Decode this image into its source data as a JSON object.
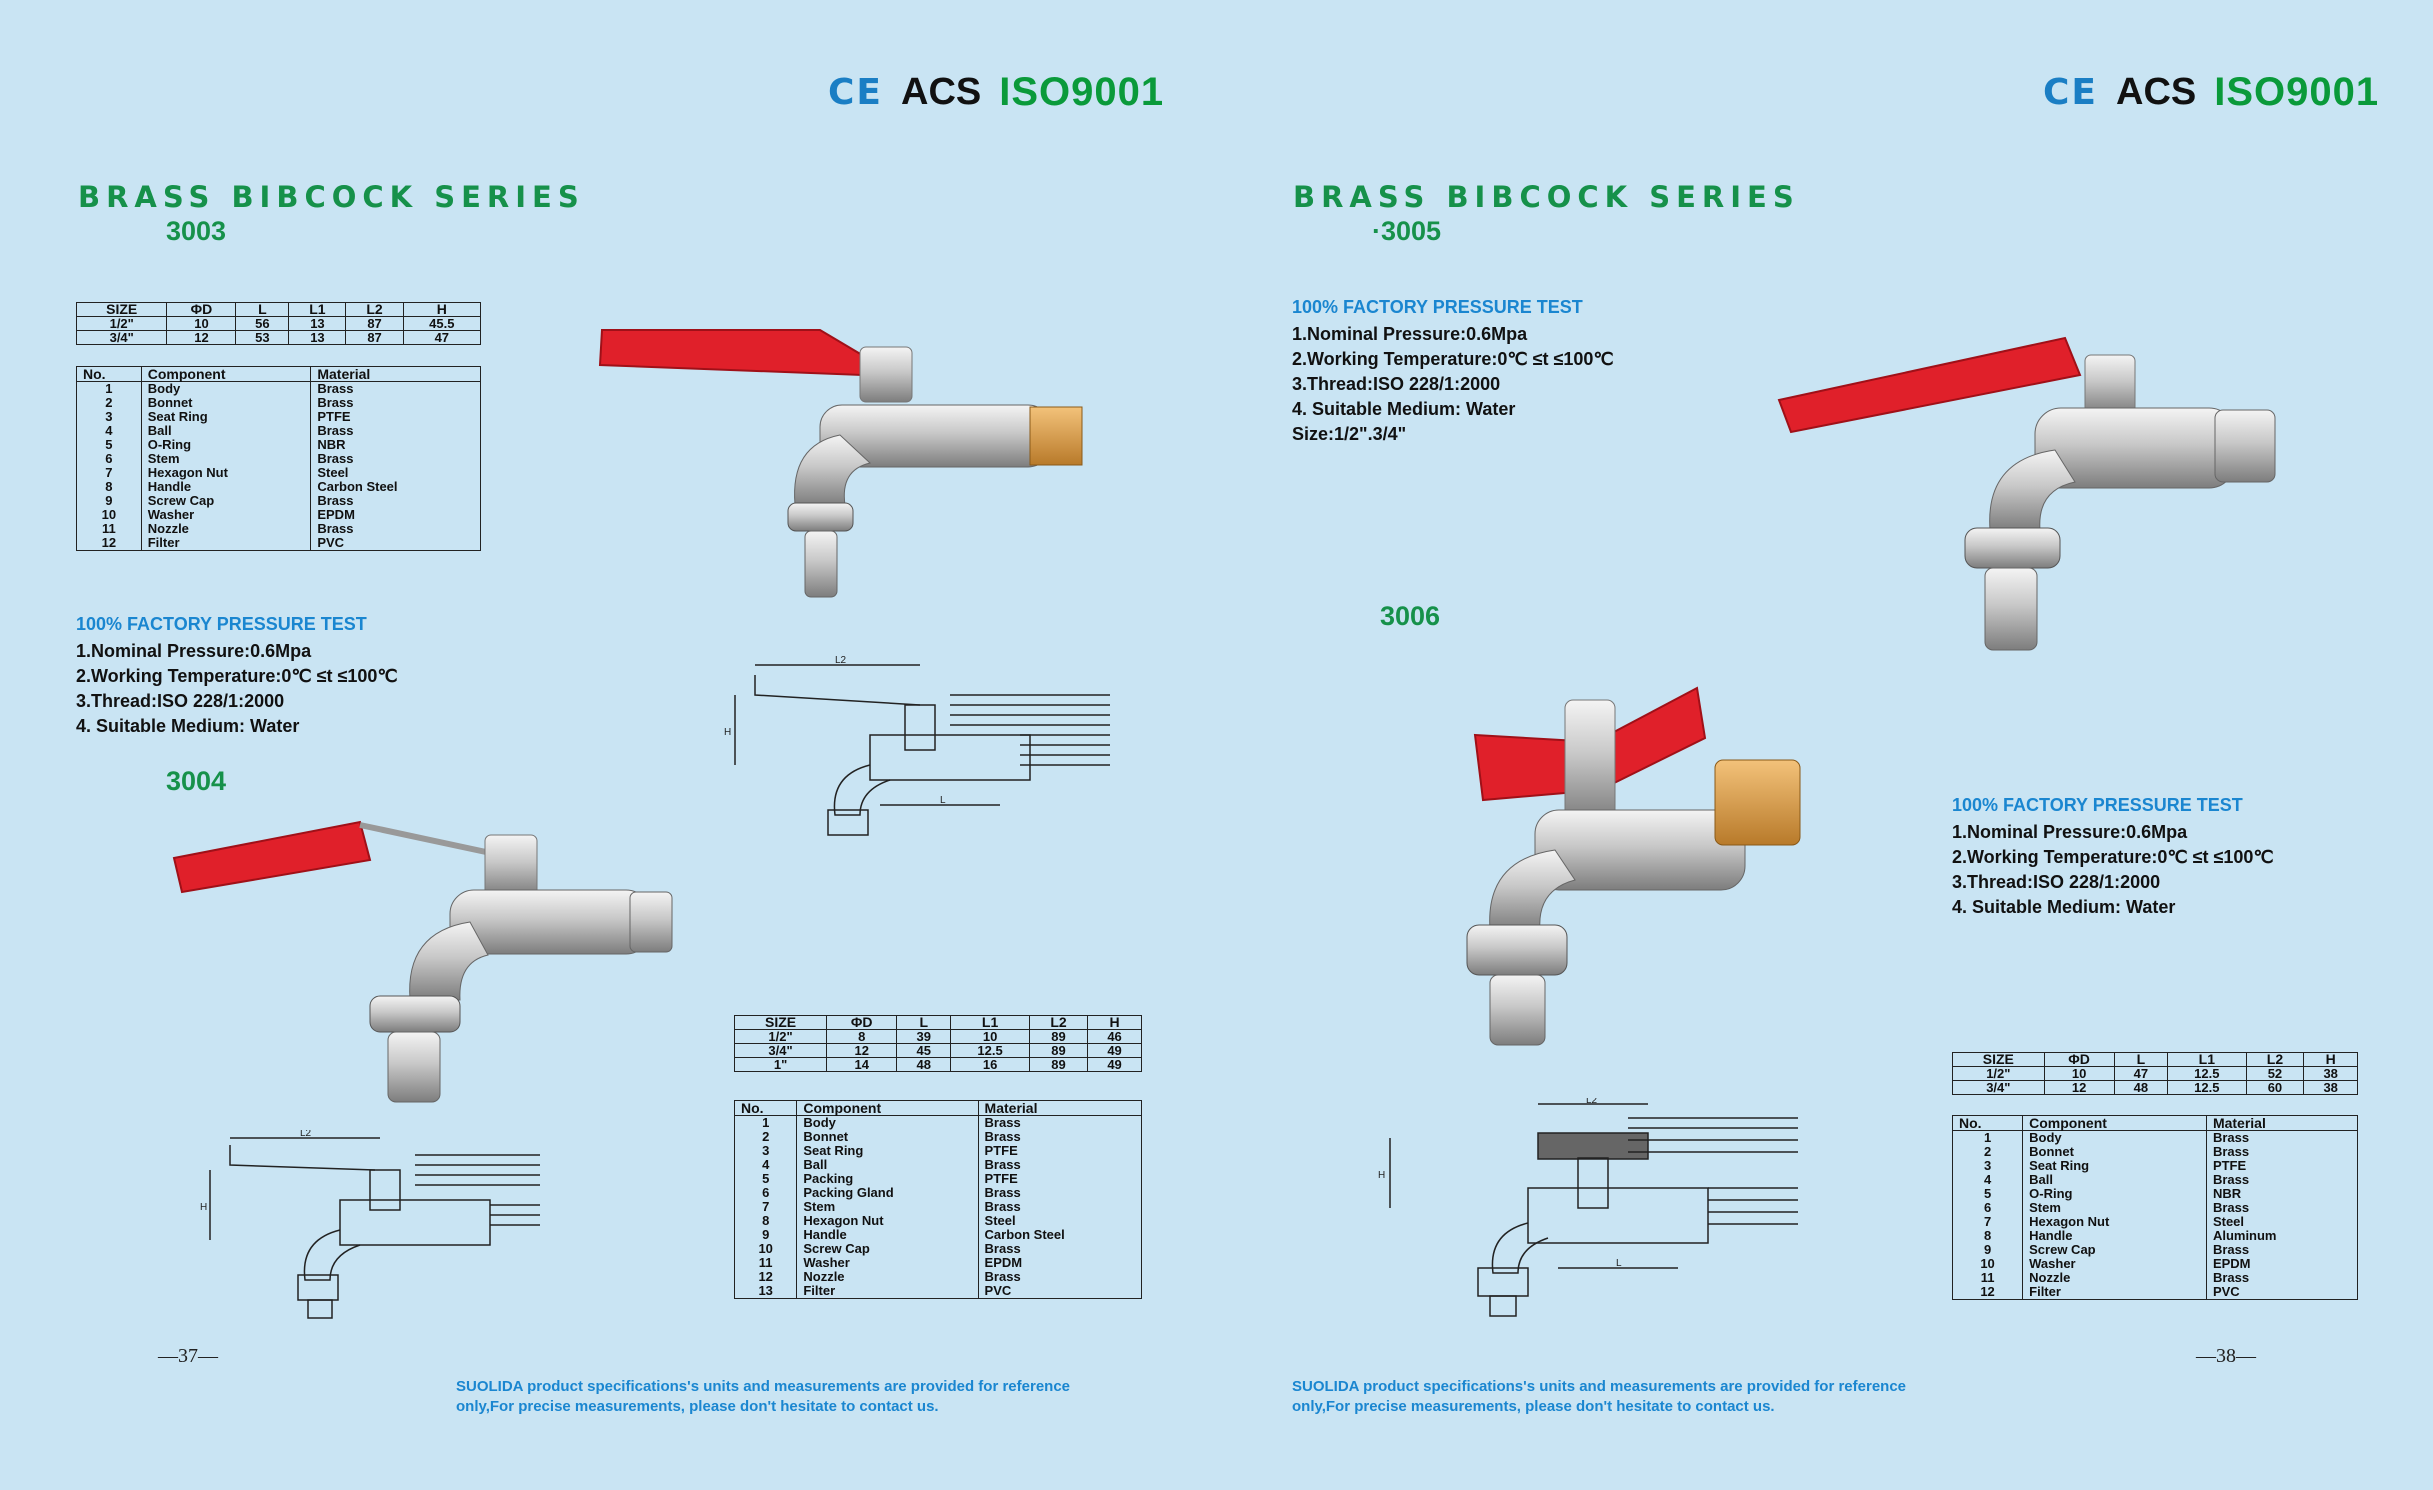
{
  "certifications": {
    "ce": "CE",
    "acs": "ACS",
    "iso": "ISO9001"
  },
  "left_page": {
    "series_title": "BRASS BIBCOCK SERIES",
    "model_a": "3003",
    "model_b": "3004",
    "spec_table": {
      "headers": [
        "SIZE",
        "ΦD",
        "L",
        "L1",
        "L2",
        "H"
      ],
      "rows": [
        [
          "1/2\"",
          "10",
          "56",
          "13",
          "87",
          "45.5"
        ],
        [
          "3/4\"",
          "12",
          "53",
          "13",
          "87",
          "47"
        ]
      ]
    },
    "component_table": {
      "headers": [
        "No.",
        "Component",
        "Material"
      ],
      "rows": [
        [
          "1",
          "Body",
          "Brass"
        ],
        [
          "2",
          "Bonnet",
          "Brass"
        ],
        [
          "3",
          "Seat Ring",
          "PTFE"
        ],
        [
          "4",
          "Ball",
          "Brass"
        ],
        [
          "5",
          "O-Ring",
          "NBR"
        ],
        [
          "6",
          "Stem",
          "Brass"
        ],
        [
          "7",
          "Hexagon Nut",
          "Steel"
        ],
        [
          "8",
          "Handle",
          "Carbon Steel"
        ],
        [
          "9",
          "Screw Cap",
          "Brass"
        ],
        [
          "10",
          "Washer",
          "EPDM"
        ],
        [
          "11",
          "Nozzle",
          "Brass"
        ],
        [
          "12",
          "Filter",
          "PVC"
        ]
      ]
    },
    "pressure_test": {
      "title": "100% FACTORY PRESSURE TEST",
      "lines": [
        "1.Nominal Pressure:0.6Mpa",
        "2.Working Temperature:0℃ ≤t ≤100℃",
        "3.Thread:ISO 228/1:2000",
        "4. Suitable Medium: Water"
      ]
    },
    "spec_table_b": {
      "headers": [
        "SIZE",
        "ΦD",
        "L",
        "L1",
        "L2",
        "H"
      ],
      "rows": [
        [
          "1/2\"",
          "8",
          "39",
          "10",
          "89",
          "46"
        ],
        [
          "3/4\"",
          "12",
          "45",
          "12.5",
          "89",
          "49"
        ],
        [
          "1\"",
          "14",
          "48",
          "16",
          "89",
          "49"
        ]
      ]
    },
    "component_table_b": {
      "headers": [
        "No.",
        "Component",
        "Material"
      ],
      "rows": [
        [
          "1",
          "Body",
          "Brass"
        ],
        [
          "2",
          "Bonnet",
          "Brass"
        ],
        [
          "3",
          "Seat Ring",
          "PTFE"
        ],
        [
          "4",
          "Ball",
          "Brass"
        ],
        [
          "5",
          "Packing",
          "PTFE"
        ],
        [
          "6",
          "Packing Gland",
          "Brass"
        ],
        [
          "7",
          "Stem",
          "Brass"
        ],
        [
          "8",
          "Hexagon Nut",
          "Steel"
        ],
        [
          "9",
          "Handle",
          "Carbon Steel"
        ],
        [
          "10",
          "Screw Cap",
          "Brass"
        ],
        [
          "11",
          "Washer",
          "EPDM"
        ],
        [
          "12",
          "Nozzle",
          "Brass"
        ],
        [
          "13",
          "Filter",
          "PVC"
        ]
      ]
    },
    "page_number": "—37—",
    "footnote": [
      "SUOLIDA product specifications's units and  measurements are provided for reference",
      "only,For precise measurements, please don't hesitate to contact us."
    ]
  },
  "right_page": {
    "series_title": "BRASS BIBCOCK SERIES",
    "model_a": "·3005",
    "model_b": "3006",
    "pressure_test_a": {
      "title": "100% FACTORY PRESSURE TEST",
      "lines": [
        "1.Nominal Pressure:0.6Mpa",
        "2.Working Temperature:0℃ ≤t ≤100℃",
        "3.Thread:ISO 228/1:2000",
        "4. Suitable Medium: Water",
        "Size:1/2\".3/4\""
      ]
    },
    "pressure_test_b": {
      "title": "100% FACTORY PRESSURE TEST",
      "lines": [
        "1.Nominal Pressure:0.6Mpa",
        "2.Working Temperature:0℃ ≤t ≤100℃",
        "3.Thread:ISO 228/1:2000",
        "4. Suitable Medium: Water"
      ]
    },
    "spec_table": {
      "headers": [
        "SIZE",
        "ΦD",
        "L",
        "L1",
        "L2",
        "H"
      ],
      "rows": [
        [
          "1/2\"",
          "10",
          "47",
          "12.5",
          "52",
          "38"
        ],
        [
          "3/4\"",
          "12",
          "48",
          "12.5",
          "60",
          "38"
        ]
      ]
    },
    "component_table": {
      "headers": [
        "No.",
        "Component",
        "Material"
      ],
      "rows": [
        [
          "1",
          "Body",
          "Brass"
        ],
        [
          "2",
          "Bonnet",
          "Brass"
        ],
        [
          "3",
          "Seat Ring",
          "PTFE"
        ],
        [
          "4",
          "Ball",
          "Brass"
        ],
        [
          "5",
          "O-Ring",
          "NBR"
        ],
        [
          "6",
          "Stem",
          "Brass"
        ],
        [
          "7",
          "Hexagon Nut",
          "Steel"
        ],
        [
          "8",
          "Handle",
          "Aluminum"
        ],
        [
          "9",
          "Screw Cap",
          "Brass"
        ],
        [
          "10",
          "Washer",
          "EPDM"
        ],
        [
          "11",
          "Nozzle",
          "Brass"
        ],
        [
          "12",
          "Filter",
          "PVC"
        ]
      ]
    },
    "page_number": "—38—",
    "footnote": [
      "SUOLIDA product specifications's units and  measurements are provided for reference",
      "only,For precise measurements, please don't hesitate to contact us."
    ]
  },
  "colors": {
    "background": "#c9e4f3",
    "series_green": "#16914a",
    "accent_blue": "#1a86d0",
    "handle_red": "#e0202a"
  }
}
